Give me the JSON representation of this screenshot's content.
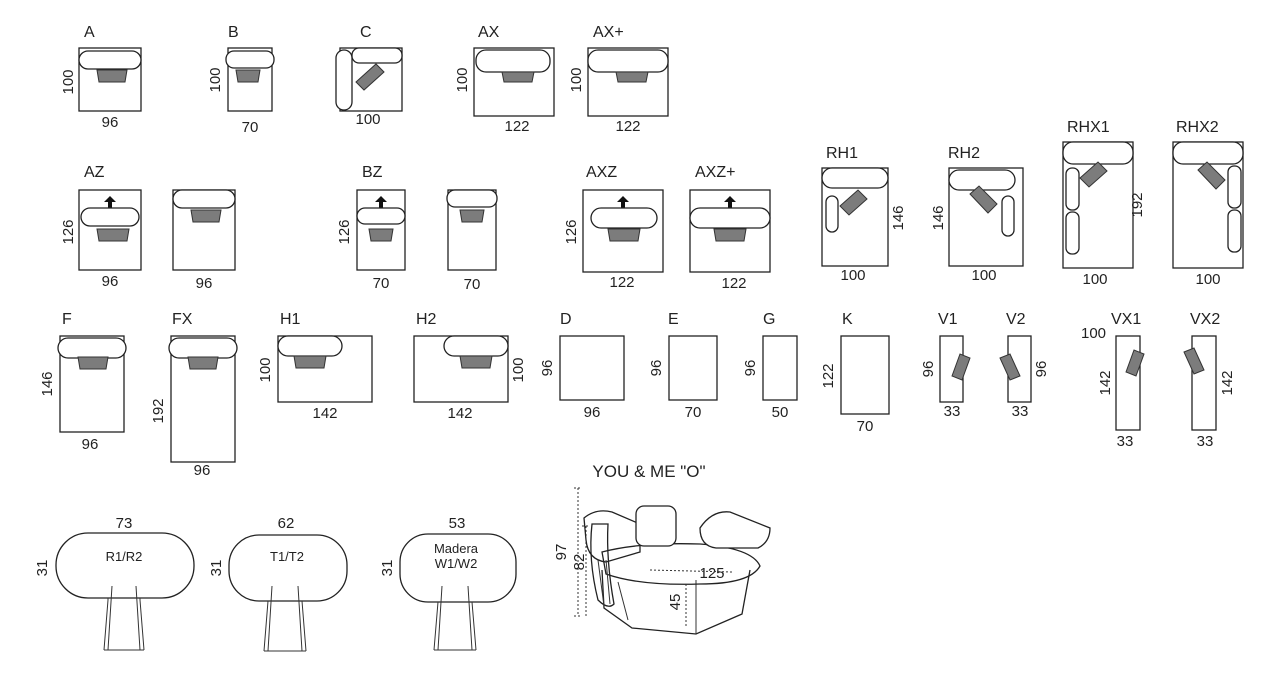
{
  "modules": [
    {
      "key": "A",
      "label": "A",
      "w": "96",
      "d": "100"
    },
    {
      "key": "B",
      "label": "B",
      "w": "70",
      "d": "100"
    },
    {
      "key": "C",
      "label": "C",
      "w": "100"
    },
    {
      "key": "AX",
      "label": "AX",
      "w": "122",
      "d": "100"
    },
    {
      "key": "AXp",
      "label": "AX+",
      "w": "122",
      "d": "100"
    },
    {
      "key": "AZ",
      "label": "AZ",
      "w": "96",
      "w2": "96",
      "d": "126"
    },
    {
      "key": "BZ",
      "label": "BZ",
      "w": "70",
      "w2": "70",
      "d": "126"
    },
    {
      "key": "AXZ",
      "label": "AXZ",
      "w": "122",
      "d": "126"
    },
    {
      "key": "AXZp",
      "label": "AXZ+",
      "w": "122"
    },
    {
      "key": "RH1",
      "label": "RH1",
      "w": "100",
      "d": "146"
    },
    {
      "key": "RH2",
      "label": "RH2",
      "w": "100",
      "d": "146"
    },
    {
      "key": "RHX1",
      "label": "RHX1",
      "w": "100",
      "d": "192"
    },
    {
      "key": "RHX2",
      "label": "RHX2",
      "w": "100"
    },
    {
      "key": "F",
      "label": "F",
      "w": "96",
      "d": "146"
    },
    {
      "key": "FX",
      "label": "FX",
      "w": "96",
      "d": "192"
    },
    {
      "key": "H1",
      "label": "H1",
      "w": "142",
      "d": "100"
    },
    {
      "key": "H2",
      "label": "H2",
      "w": "142",
      "d": "100"
    },
    {
      "key": "D",
      "label": "D",
      "w": "96",
      "d": "96"
    },
    {
      "key": "E",
      "label": "E",
      "w": "70",
      "d": "96"
    },
    {
      "key": "G",
      "label": "G",
      "w": "50",
      "d": "96"
    },
    {
      "key": "K",
      "label": "K",
      "w": "70",
      "d": "122"
    },
    {
      "key": "V1",
      "label": "V1",
      "w": "33",
      "d": "96"
    },
    {
      "key": "V2",
      "label": "V2",
      "w": "33",
      "d": "96"
    },
    {
      "key": "VX1",
      "label": "VX1",
      "w": "33",
      "d": "142",
      "d2": "100"
    },
    {
      "key": "VX2",
      "label": "VX2",
      "w": "33",
      "d": "142"
    }
  ],
  "tables": [
    {
      "key": "R",
      "label": "R1/R2",
      "w": "73",
      "h": "31"
    },
    {
      "key": "T",
      "label": "T1/T2",
      "w": "62",
      "h": "31"
    },
    {
      "key": "W",
      "label_line1": "Madera",
      "label_line2": "W1/W2",
      "w": "53",
      "h": "31"
    }
  ],
  "chair": {
    "title": "YOU & ME \"O\"",
    "height_total": "97",
    "height_back": "82",
    "width": "125",
    "seat_height": "45"
  }
}
